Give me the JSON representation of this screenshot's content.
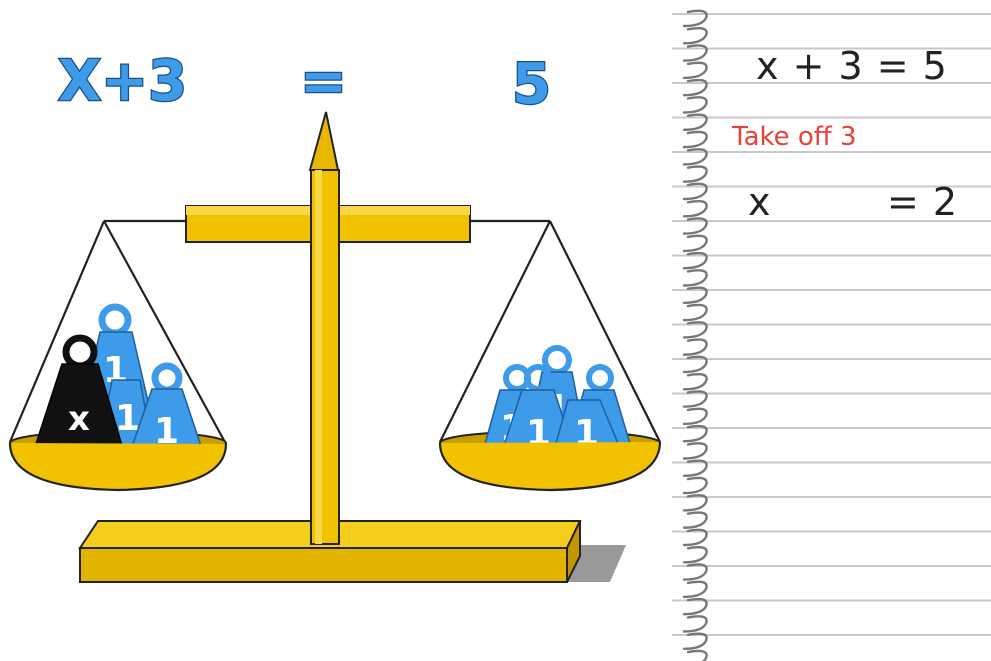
{
  "equation": {
    "lhs": "X+3",
    "equals": "=",
    "rhs": "5"
  },
  "left_pan": {
    "unknown_weight_label": "x",
    "unit_weight_labels": [
      "1",
      "1",
      "1"
    ]
  },
  "right_pan": {
    "unit_weight_labels": [
      "1",
      "1",
      "1",
      "1",
      "1"
    ]
  },
  "notebook": {
    "line1": "x + 3 = 5",
    "note": "Take off 3",
    "line3_left": "x",
    "line3_right": "= 2"
  },
  "colors": {
    "equation_blue": "#3d9be9",
    "weight_blue": "#3d9be9",
    "unknown_weight": "#111111",
    "brass": "#f2c200",
    "note_red": "#e8403a",
    "ruled_line": "#c9c9c9"
  }
}
